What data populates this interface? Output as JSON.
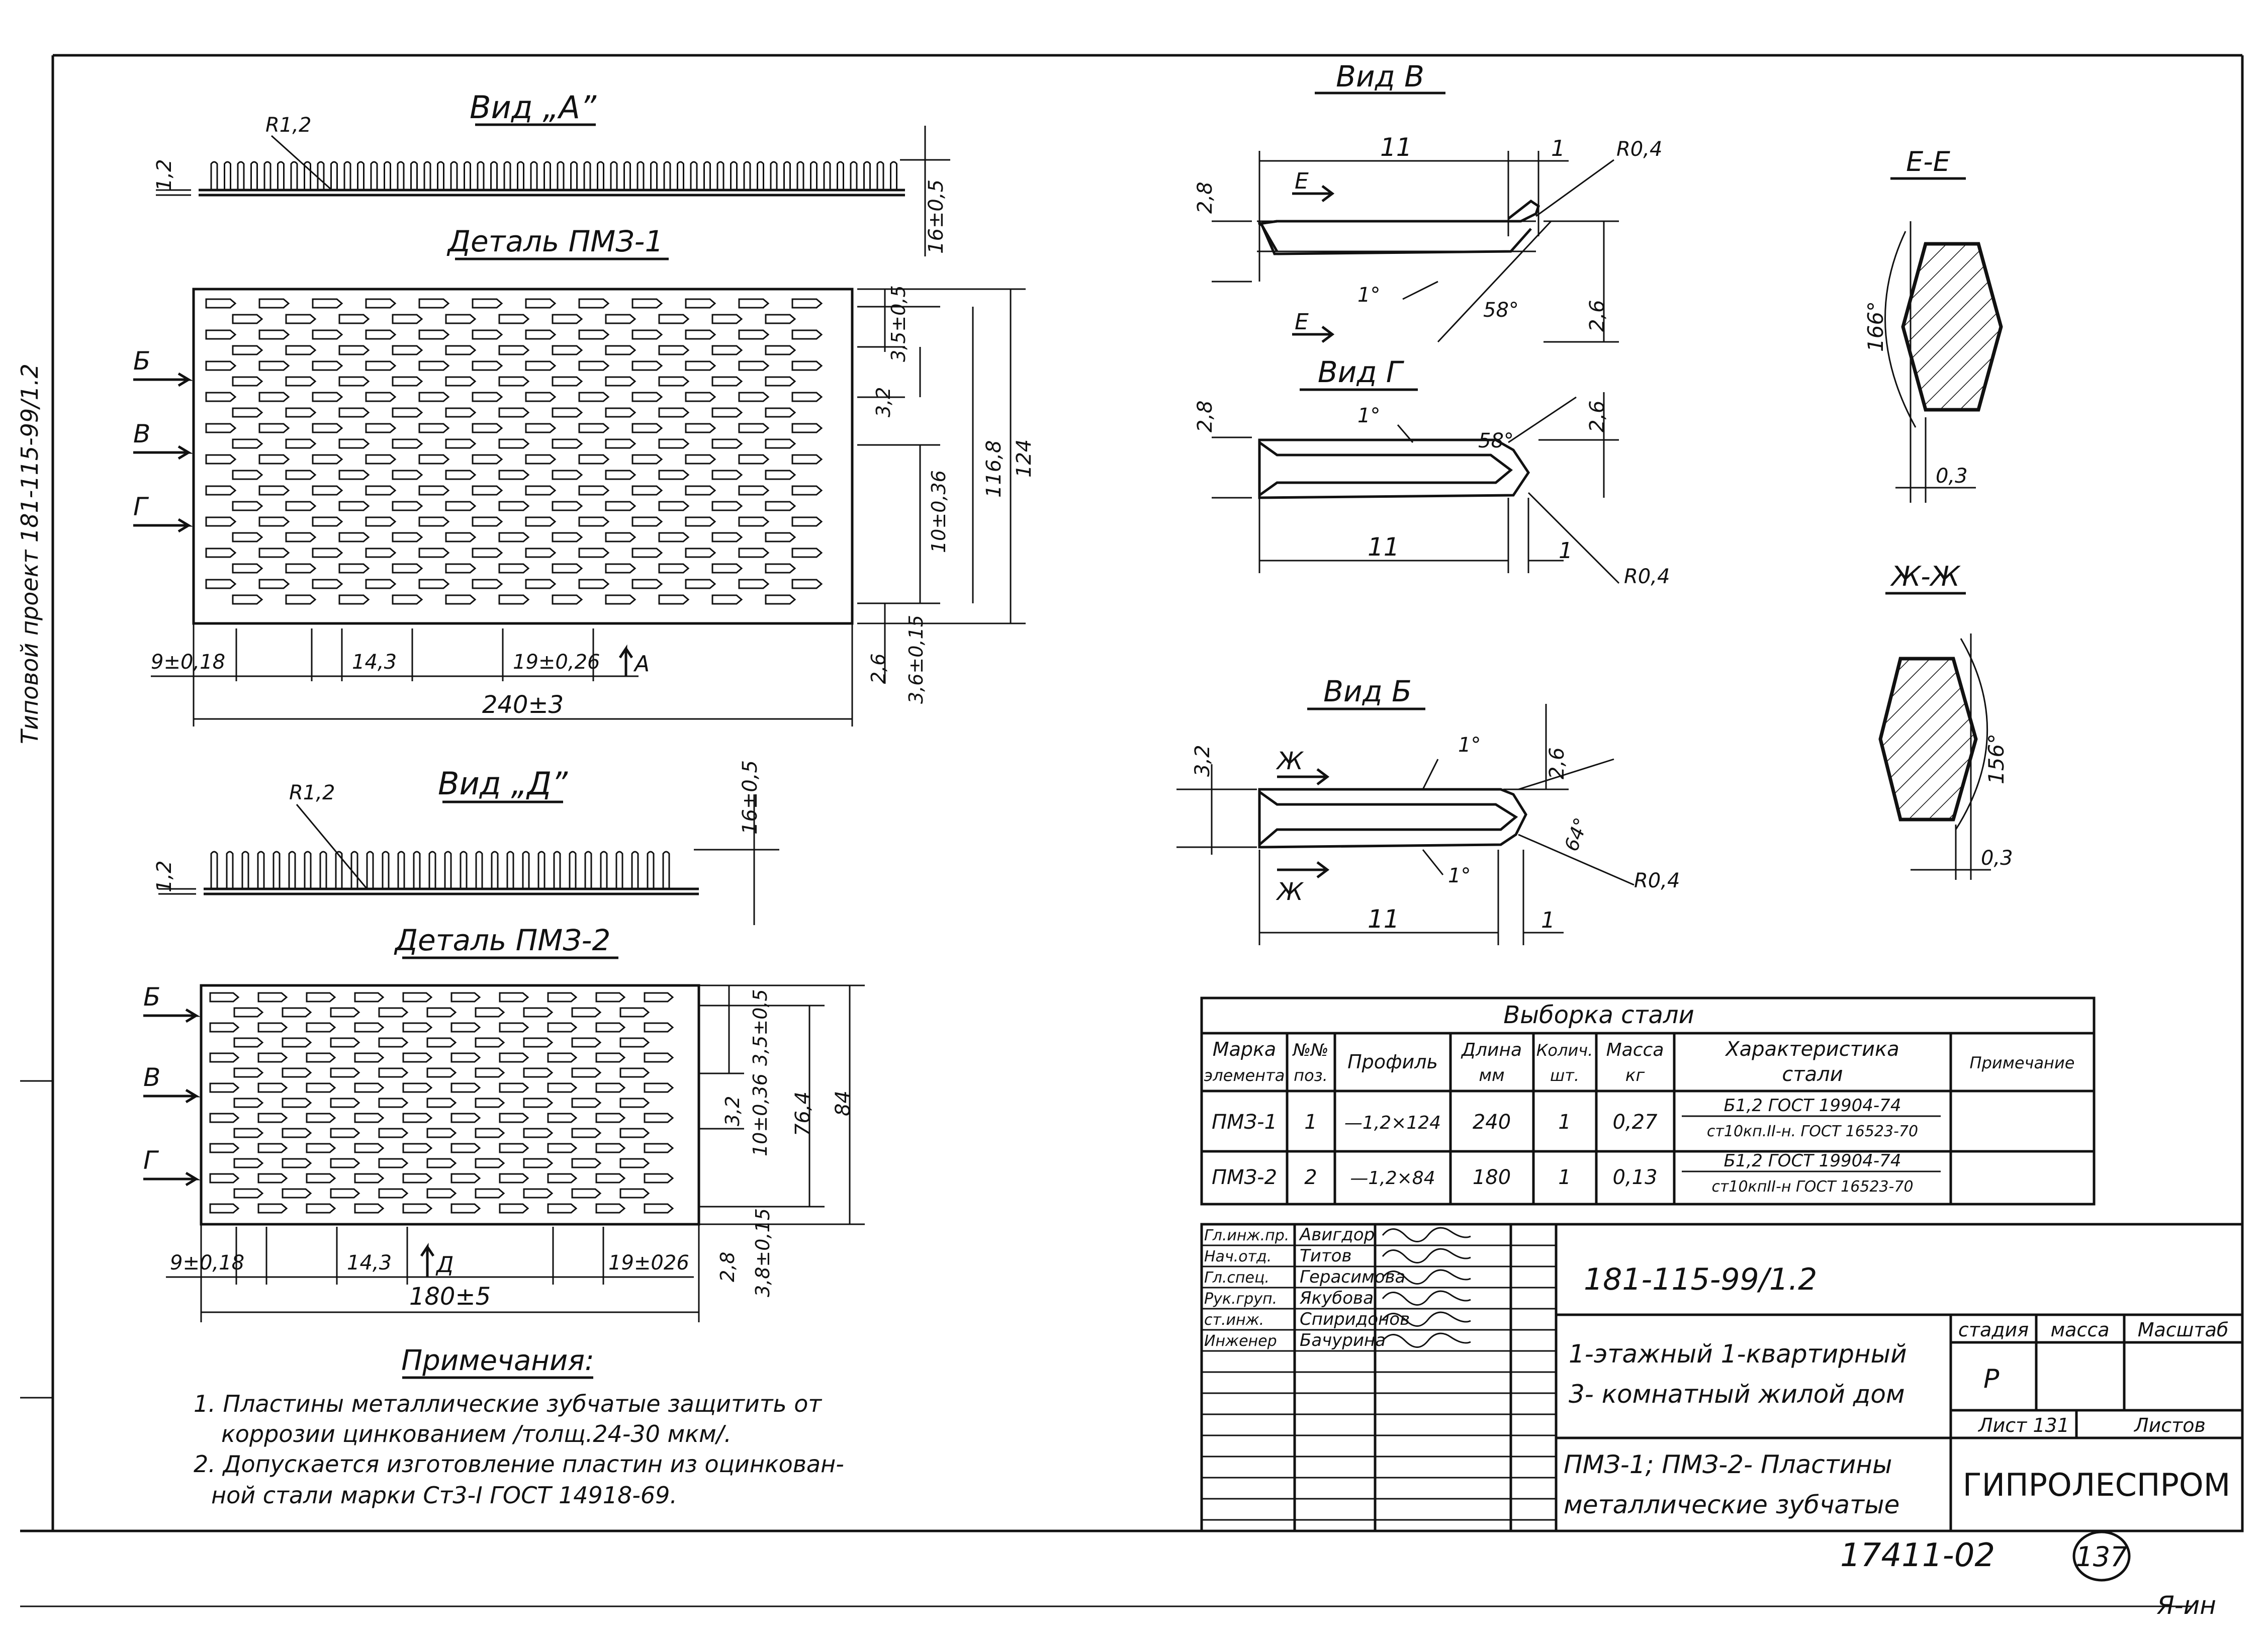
{
  "views": {
    "view_a": "Вид „А”",
    "view_d": "Вид „Д”",
    "view_v": "Вид В",
    "view_g": "Вид Г",
    "view_b": "Вид Б",
    "section_e": "Е-Е",
    "section_zh": "Ж-Ж"
  },
  "details": {
    "pmz1_title": "Деталь ПМЗ-1",
    "pmz2_title": "Деталь ПМЗ-2"
  },
  "cut_markers": {
    "b": "Б",
    "v": "В",
    "g": "Г",
    "e": "Е",
    "zh": "Ж",
    "a": "А",
    "d": "Д"
  },
  "dimensions": {
    "r12": "R1,2",
    "t12": "1,2",
    "h16": "16±0,5",
    "pitch9": "9±0,18",
    "w143": "14,3",
    "w19": "19±0,26",
    "w19b": "19±026",
    "len240": "240±3",
    "len180": "180±5",
    "d35": "3,5±0,5",
    "d32": "3,2",
    "d10": "10±0,36",
    "d1168": "116,8",
    "d124": "124",
    "d26": "2,6",
    "d36": "3,6±0,15",
    "d764": "76,4",
    "d84": "84",
    "d28": "2,8",
    "d38": "3,8±0,15",
    "d11": "11",
    "d1": "1",
    "r04": "R0,4",
    "a1": "1°",
    "a58": "58°",
    "a64": "64°",
    "a166": "166°",
    "a156": "156°",
    "d03": "0,3"
  },
  "steel_table": {
    "title": "Выборка стали",
    "headers": {
      "mark": [
        "Марка",
        "элемента"
      ],
      "pos": [
        "№№",
        "поз."
      ],
      "profile": "Профиль",
      "length": [
        "Длина",
        "мм"
      ],
      "qty": [
        "Колич.",
        "шт."
      ],
      "mass": [
        "Масса",
        "кг"
      ],
      "steel": [
        "Характеристика",
        "стали"
      ],
      "note": "Примечание"
    },
    "rows": [
      {
        "mark": "ПМЗ-1",
        "pos": "1",
        "profile": "—1,2×124",
        "length": "240",
        "qty": "1",
        "mass": "0,27",
        "steel1": "Б1,2  ГОСТ 19904-74",
        "steel2": "ст10кп.II-н. ГОСТ 16523-70",
        "note": ""
      },
      {
        "mark": "ПМЗ-2",
        "pos": "2",
        "profile": "—1,2×84",
        "length": "180",
        "qty": "1",
        "mass": "0,13",
        "steel1": "Б1,2  ГОСТ 19904-74",
        "steel2": "ст10кпII-н ГОСТ 16523-70",
        "note": ""
      }
    ]
  },
  "notes": {
    "title": "Примечания:",
    "n1a": "1. Пластины металлические зубчатые защитить от",
    "n1b": "коррозии цинкованием /толщ.24-30 мкм/.",
    "n2a": "2. Допускается изготовление пластин из оцинкован-",
    "n2b": "ной стали марки Ст3-I  ГОСТ 14918-69."
  },
  "title_block": {
    "signatures": [
      {
        "role": "Гл.инж.пр.",
        "name": "Авигдор"
      },
      {
        "role": "Нач.отд.",
        "name": "Титов"
      },
      {
        "role": "Гл.спец.",
        "name": "Герасимова"
      },
      {
        "role": "Рук.груп.",
        "name": "Якубова"
      },
      {
        "role": "ст.инж.",
        "name": "Спиридонов"
      },
      {
        "role": "Инженер",
        "name": "Бачурина"
      }
    ],
    "code": "181-115-99/1.2",
    "project_line1": "1-этажный 1-квартирный",
    "project_line2": "3- комнатный жилой дом",
    "sheet_line1": "ПМЗ-1; ПМЗ-2- Пластины",
    "sheet_line2": "металлические зубчатые",
    "stage_h": "стадия",
    "mass_h": "масса",
    "scale_h": "Масштаб",
    "stage": "Р",
    "sheet_label": "Лист 131",
    "sheets_label": "Листов",
    "org": "ГИПРОЛЕСПРОМ"
  },
  "footer": {
    "album": "17411-02",
    "page_no": "137",
    "side_text": "Типовой проект 181-115-99/1.2",
    "initials": "Я-ин"
  }
}
